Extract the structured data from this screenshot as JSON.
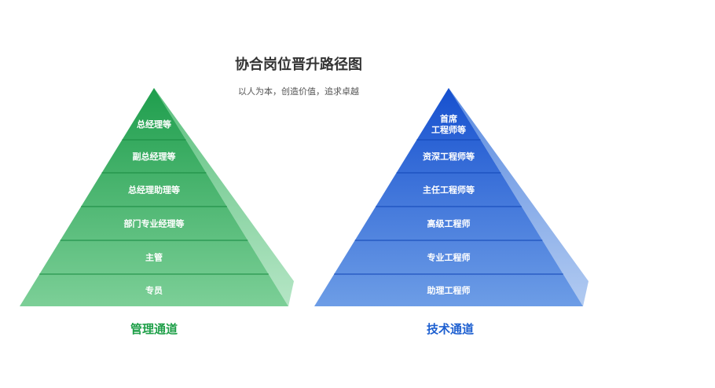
{
  "title": "协合岗位晋升路径图",
  "subtitle": "以人为本，创造价值，追求卓越",
  "pyramids": [
    {
      "channel": "管理通道",
      "channel_color": "#1e9f48",
      "top_color": "#1f9e4d",
      "bottom_color": "#7ccf97",
      "side_top_color": "#5cc07e",
      "side_bottom_color": "#b6e6c6",
      "line_color": "#1a8c43",
      "levels": [
        "总经理等",
        "副总经理等",
        "总经理助理等",
        "部门专业经理等",
        "主管",
        "专员"
      ]
    },
    {
      "channel": "技术通道",
      "channel_color": "#1d5fd0",
      "top_color": "#1650cf",
      "bottom_color": "#6d9de6",
      "side_top_color": "#5b8be0",
      "side_bottom_color": "#b2cbf1",
      "line_color": "#1448b8",
      "levels": [
        "首席\n工程师等",
        "资深工程师等",
        "主任工程师等",
        "高级工程师",
        "专业工程师",
        "助理工程师"
      ]
    }
  ]
}
